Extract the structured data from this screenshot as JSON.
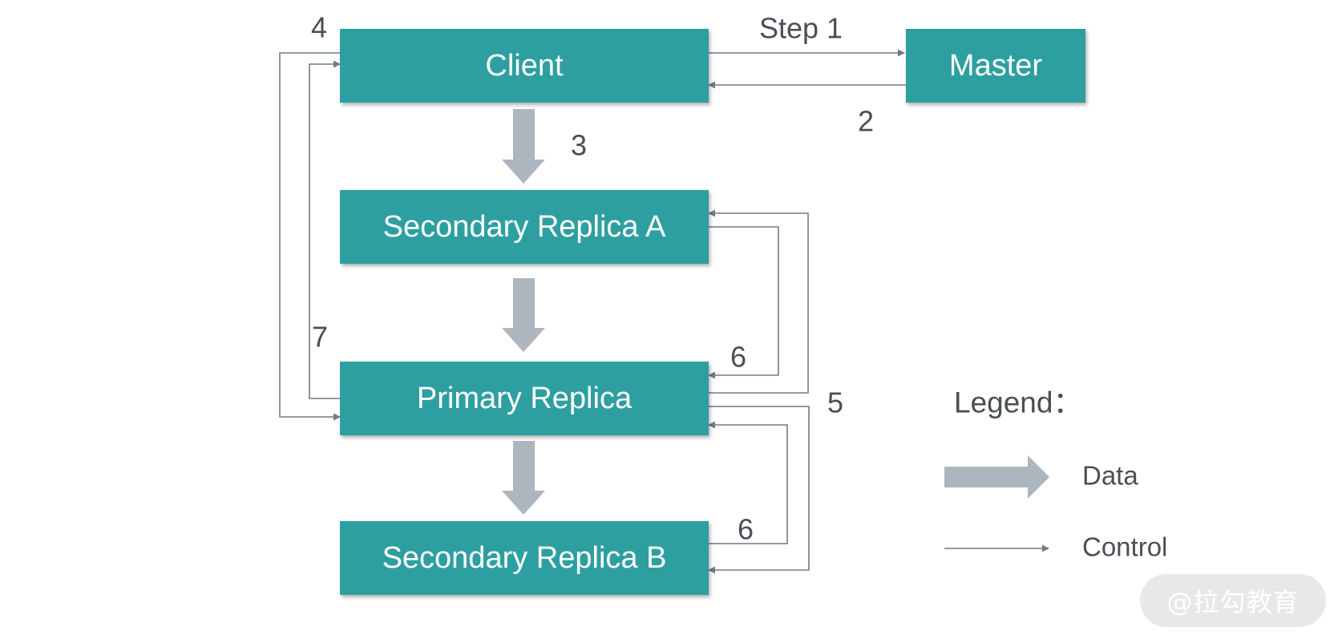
{
  "nodes": {
    "client": "Client",
    "master": "Master",
    "secondary_a": "Secondary Replica A",
    "primary": "Primary Replica",
    "secondary_b": "Secondary Replica B"
  },
  "labels": {
    "step1": "Step 1",
    "step2": "2",
    "step3": "3",
    "step4": "4",
    "step5": "5",
    "step6a": "6",
    "step6b": "6",
    "step7": "7"
  },
  "legend": {
    "title": "Legend：",
    "data": "Data",
    "control": "Control"
  },
  "watermark": "@拉勾教育",
  "colors": {
    "box": "#2e9fa0",
    "data_arrow": "#adb5bf",
    "control_line": "#6f7a8a",
    "text": "#4a4f55"
  }
}
